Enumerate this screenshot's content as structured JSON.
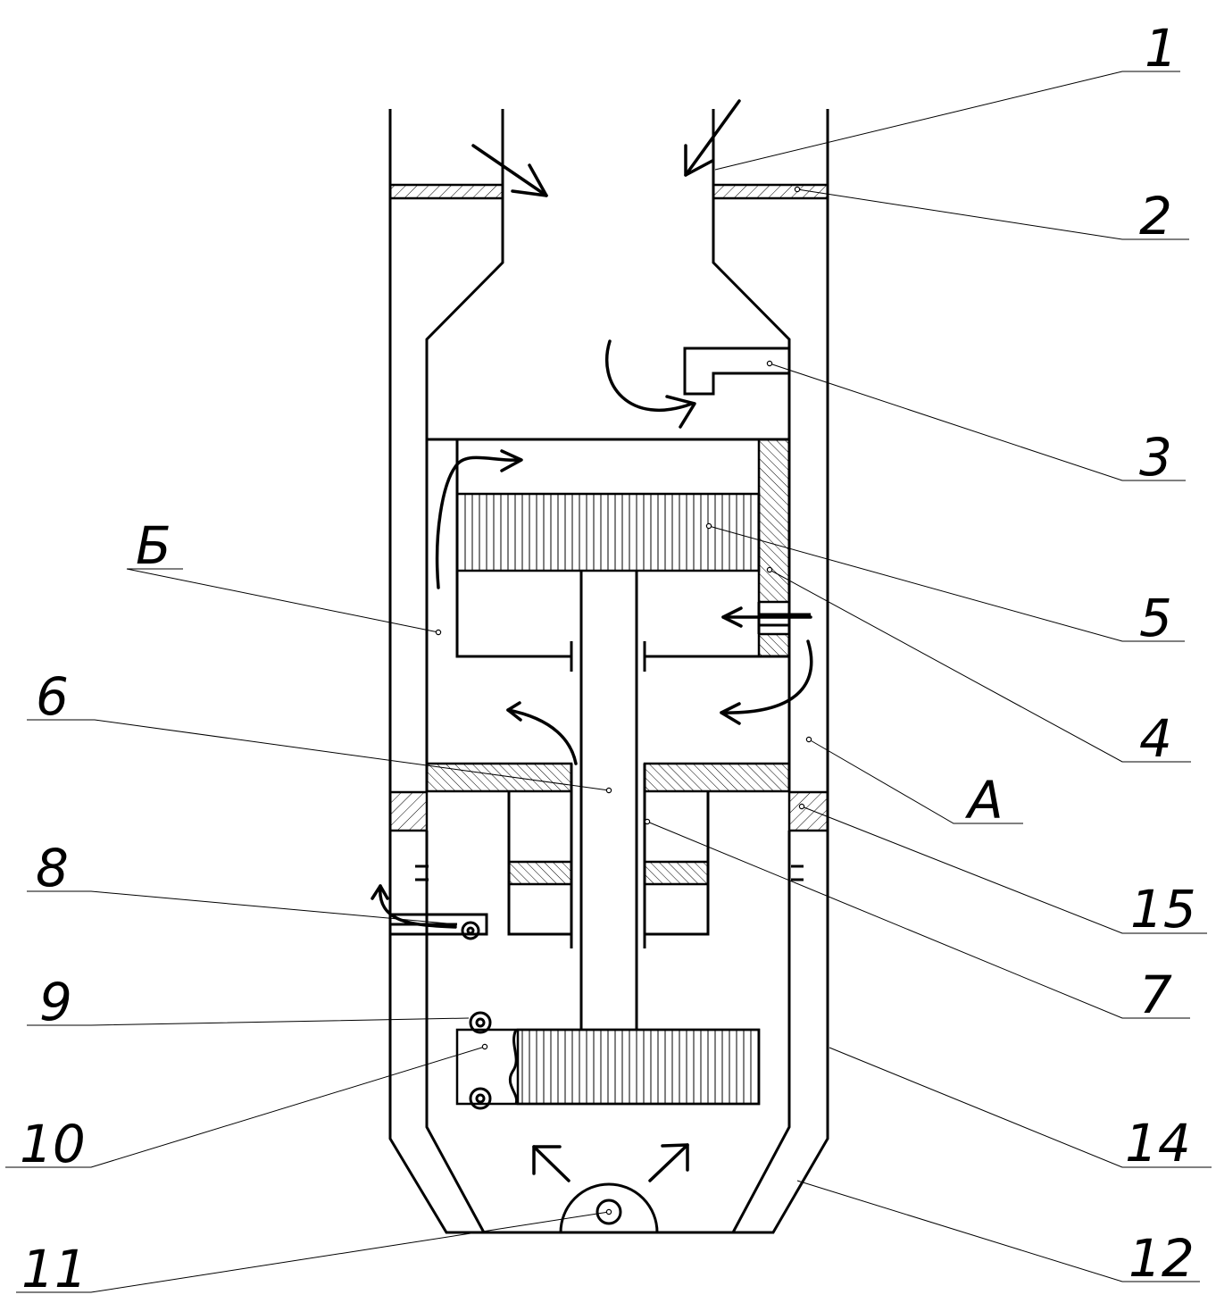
{
  "labels": {
    "l1": "1",
    "l2": "2",
    "l3": "3",
    "l4": "4",
    "l5": "5",
    "l6": "6",
    "l7": "7",
    "l8": "8",
    "l9": "9",
    "l10": "10",
    "l11": "11",
    "l12": "12",
    "l14": "14",
    "l15": "15",
    "lA": "А",
    "lB": "Б"
  }
}
